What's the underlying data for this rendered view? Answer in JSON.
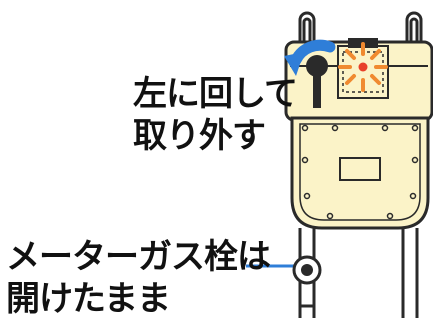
{
  "instructions": {
    "remove_part": {
      "line1": "左に回して",
      "line2": "取り外す"
    },
    "keep_valve": {
      "line1": "メーターガス栓は",
      "line2": "開けたまま"
    }
  },
  "colors": {
    "meter_body": "#fbf3c8",
    "outline": "#2a2a2a",
    "arrow": "#2f7ed8",
    "spark": "#f08a30",
    "spark_center": "#e8402a",
    "text": "#111111"
  },
  "icons": {
    "rotation_arrow": "rotate-left-arrow-icon",
    "flashing_part": "flash-burst-icon",
    "gas_valve": "gas-valve-icon"
  }
}
